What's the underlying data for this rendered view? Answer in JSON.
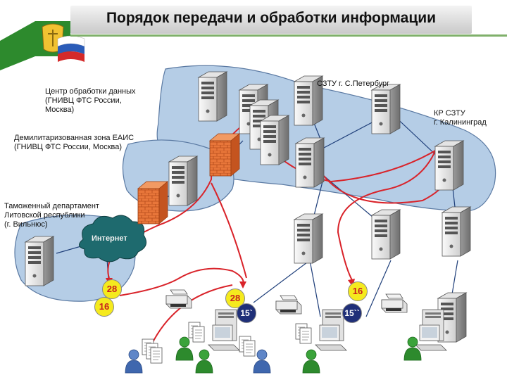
{
  "title": "Порядок передачи и обработки информации",
  "labels": {
    "szt": "СЗТУ г. С.Петербург",
    "center": "Центр обработки данных\n(ГНИВЦ ФТС России,\nМосква)",
    "kaliningrad": "КР СЗТУ\nг. Калининград",
    "dmz": "Демилитаризованная зона ЕАИС\n(ГНИВЦ ФТС  России, Москва)",
    "lithuania": "Таможенный департамент\nЛитовской республики\n(г. Вильнюс)",
    "internet": "Интернет"
  },
  "badges": [
    "28",
    "16",
    "28",
    "15`",
    "16",
    "15``"
  ],
  "colors": {
    "zone": "#b5cde6",
    "zone_border": "#5a79a2",
    "link": "#1f3f7a",
    "route": "#d9232a",
    "badge_yellow": "#f5ea1e",
    "badge_blue": "#1f2f78",
    "accent_green": "#2d8a2d"
  },
  "icons": [
    "server-icon",
    "firewall-icon",
    "cloud-icon",
    "printer-icon",
    "workstation-icon",
    "user-icon",
    "customs-emblem",
    "russian-flag"
  ]
}
